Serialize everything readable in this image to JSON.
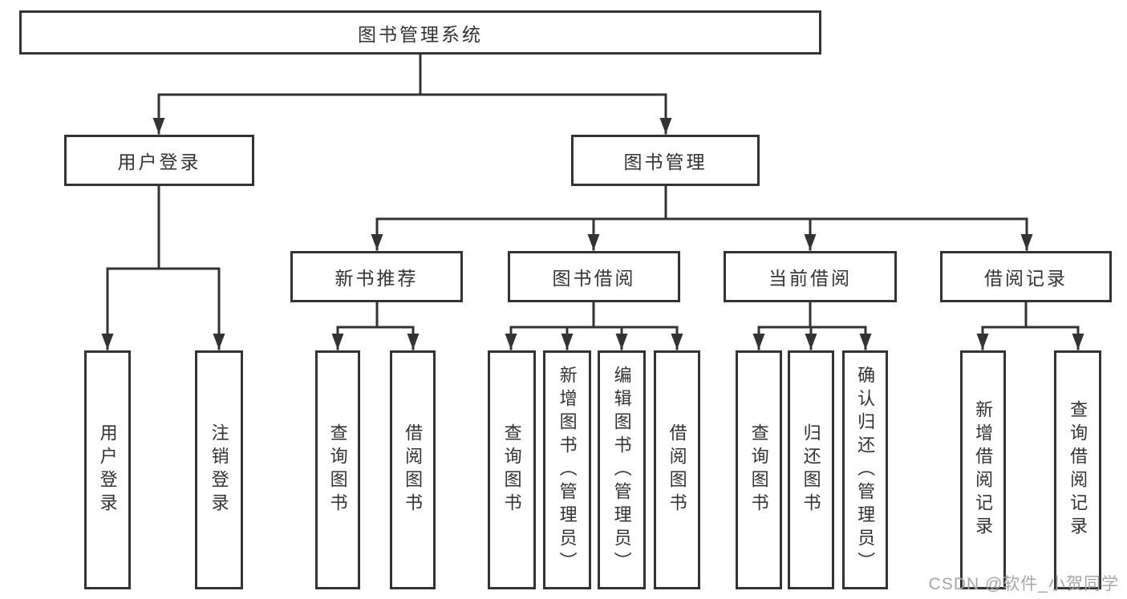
{
  "diagram": {
    "root": {
      "label": "图书管理系统"
    },
    "level2": [
      {
        "label": "用户登录"
      },
      {
        "label": "图书管理"
      }
    ],
    "level3": [
      {
        "label": "新书推荐"
      },
      {
        "label": "图书借阅"
      },
      {
        "label": "当前借阅"
      },
      {
        "label": "借阅记录"
      }
    ],
    "leaves": [
      {
        "label": "用户登录"
      },
      {
        "label": "注销登录"
      },
      {
        "label": "查询图书"
      },
      {
        "label": "借阅图书"
      },
      {
        "label": "查询图书"
      },
      {
        "label": "新增图书（管理员）"
      },
      {
        "label": "编辑图书（管理员）"
      },
      {
        "label": "借阅图书"
      },
      {
        "label": "查询图书"
      },
      {
        "label": "归还图书"
      },
      {
        "label": "确认归还（管理员）"
      },
      {
        "label": "新增借阅记录"
      },
      {
        "label": "查询借阅记录"
      }
    ]
  },
  "watermark": {
    "text": "CSDN @软件_小贺同学"
  },
  "colors": {
    "line": "#333333",
    "text": "#333333",
    "watermark": "#a6a6a6",
    "background": "#ffffff"
  }
}
